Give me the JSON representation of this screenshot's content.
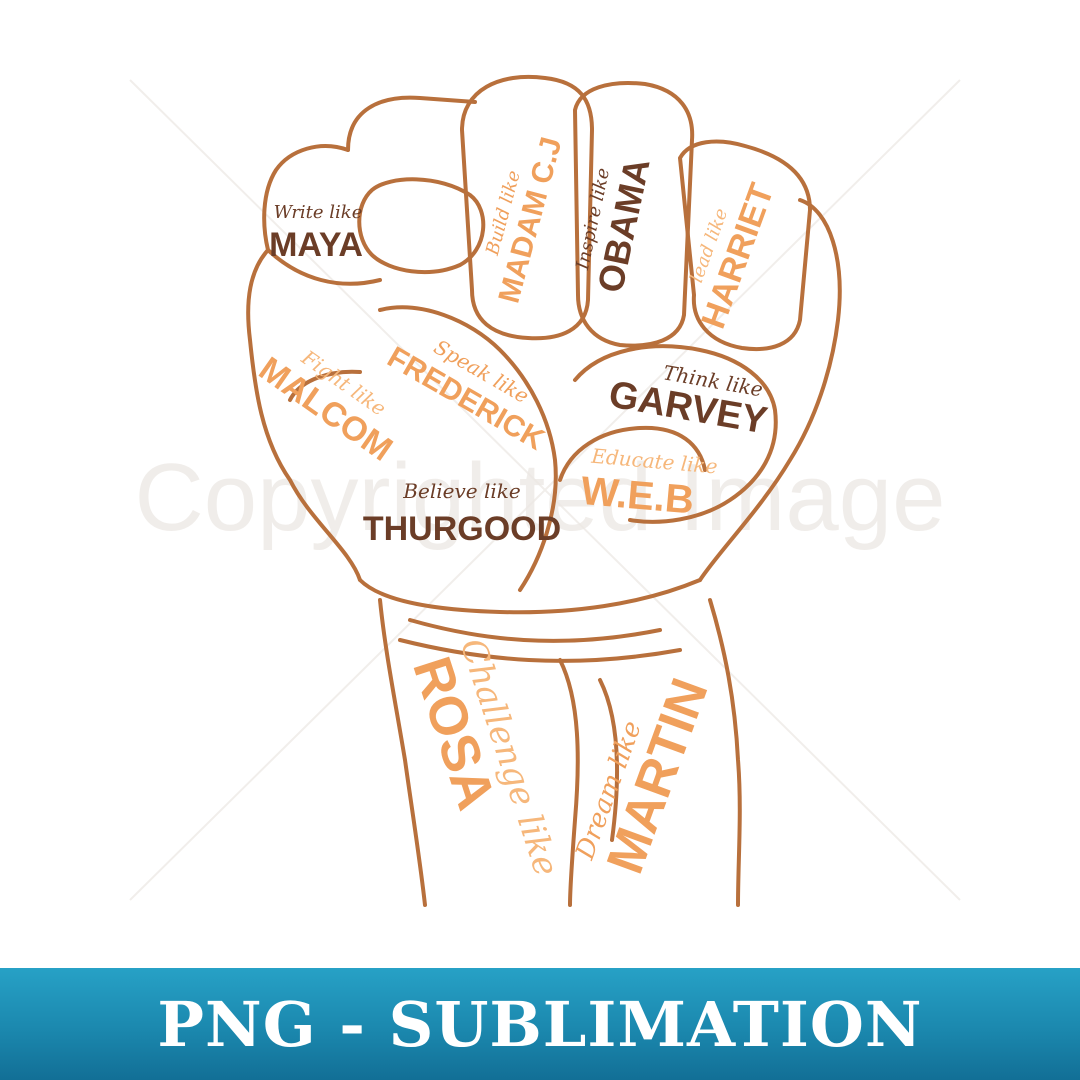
{
  "watermark": "Copyrighted Image",
  "banner": "PNG - SUBLIMATION",
  "colors": {
    "outline": "#b8703c",
    "dark": "#6b3d27",
    "orange": "#f0a05c",
    "light_orange": "#f6b77b",
    "banner": "#1b88ae"
  },
  "phrases": [
    {
      "verb": "Write like",
      "name": "MAYA"
    },
    {
      "verb": "Build like",
      "name": "MADAM C.J"
    },
    {
      "verb": "Inspire like",
      "name": "OBAMA"
    },
    {
      "verb": "lead like",
      "name": "HARRIET"
    },
    {
      "verb": "Speak like",
      "name": "FREDERICK"
    },
    {
      "verb": "Fight like",
      "name": "MALCOM"
    },
    {
      "verb": "Think like",
      "name": "GARVEY"
    },
    {
      "verb": "Educate like",
      "name": "W.E.B"
    },
    {
      "verb": "Believe like",
      "name": "THURGOOD"
    },
    {
      "verb": "Challenge like",
      "name": "ROSA"
    },
    {
      "verb": "Dream like",
      "name": "MARTIN"
    }
  ]
}
